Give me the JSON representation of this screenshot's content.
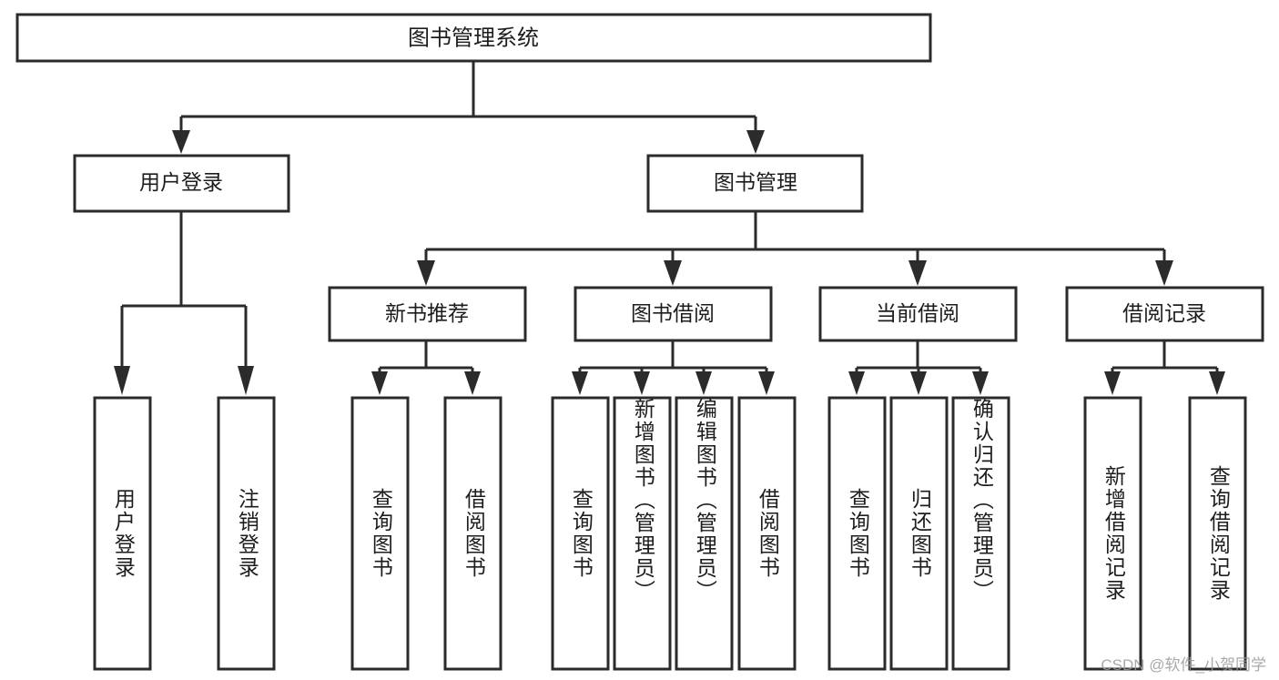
{
  "diagram": {
    "type": "tree",
    "title": "图书管理系统",
    "orientation": "top-down",
    "colors": {
      "box_stroke": "#2b2b2b",
      "box_fill": "#ffffff",
      "connector": "#2b2b2b",
      "text": "#1d1d1d",
      "background": "#ffffff",
      "watermark": "#9b9b9b"
    },
    "root": {
      "label": "图书管理系统"
    },
    "level2": [
      {
        "label": "用户登录"
      },
      {
        "label": "图书管理"
      }
    ],
    "level3": [
      {
        "label": "新书推荐"
      },
      {
        "label": "图书借阅"
      },
      {
        "label": "当前借阅"
      },
      {
        "label": "借阅记录"
      }
    ],
    "leaves": {
      "user_login": [
        {
          "label": "用户登录"
        },
        {
          "label": "注销登录"
        }
      ],
      "new_book_recommend": [
        {
          "label": "查询图书"
        },
        {
          "label": "借阅图书"
        }
      ],
      "book_borrow": [
        {
          "label": "查询图书"
        },
        {
          "label": "新增图书（管理员）"
        },
        {
          "label": "编辑图书（管理员）"
        },
        {
          "label": "借阅图书"
        }
      ],
      "current_borrow": [
        {
          "label": "查询图书"
        },
        {
          "label": "归还图书"
        },
        {
          "label": "确认归还（管理员）"
        }
      ],
      "borrow_record": [
        {
          "label": "新增借阅记录"
        },
        {
          "label": "查询借阅记录"
        }
      ]
    }
  },
  "watermark": {
    "text": "CSDN @软件_小贺同学"
  }
}
